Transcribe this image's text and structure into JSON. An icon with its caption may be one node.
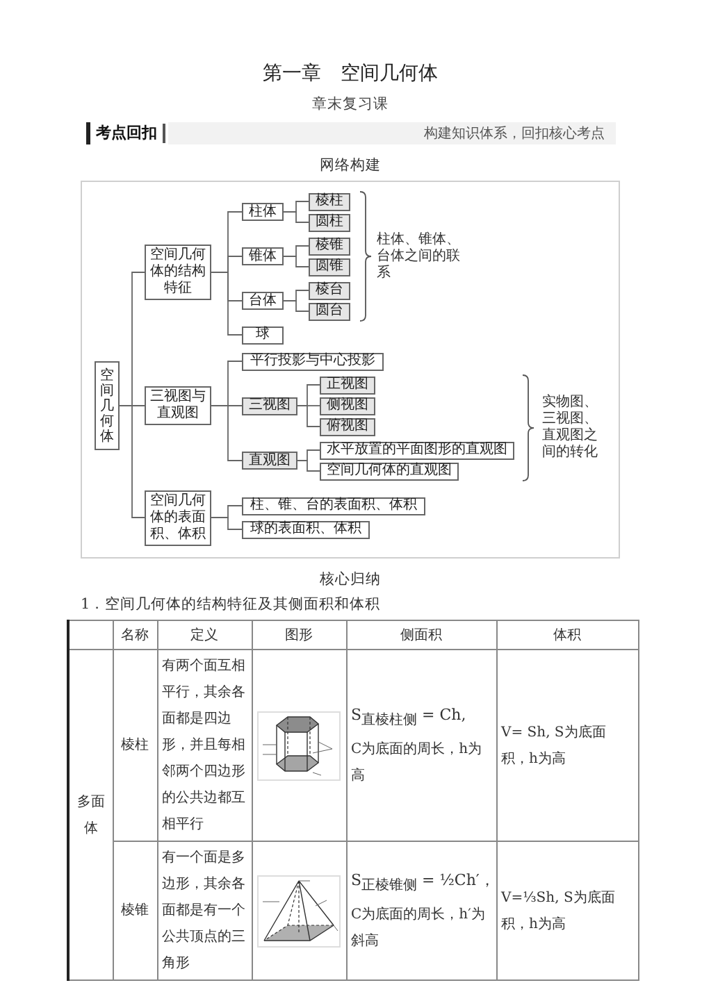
{
  "diagram": {
    "title": "第一章　空间几何体",
    "nodes": [
      {
        "text": [
          "考点回扣",
          "构建知识体系，回扣核心考点"
        ]
      },
      {
        "text": [
          "空间几何体"
        ]
      },
      {
        "text": [
          "空间几何体的结构特征"
        ]
      },
      {
        "text": [
          "柱体"
        ]
      },
      {
        "text": [
          "棱柱"
        ]
      },
      {
        "text": [
          "圆柱"
        ]
      },
      {
        "text": [
          "锥体"
        ]
      },
      {
        "text": [
          "棱锥"
        ]
      },
      {
        "text": [
          "圆锥"
        ]
      },
      {
        "text": [
          "台体"
        ]
      },
      {
        "text": [
          "棱台"
        ]
      },
      {
        "text": [
          "圆台"
        ]
      },
      {
        "text": [
          "球"
        ]
      },
      {
        "text": [
          "三视图与直观图"
        ]
      },
      {
        "text": [
          "平行投影与中心投影"
        ]
      },
      {
        "text": [
          "三视图"
        ]
      },
      {
        "text": [
          "正视图"
        ]
      },
      {
        "text": [
          "侧视图"
        ]
      },
      {
        "text": [
          "俯视图"
        ]
      },
      {
        "text": [
          "直观图"
        ]
      },
      {
        "text": [
          "水平放置的平面图形的直观图"
        ]
      },
      {
        "text": [
          "空间几何体的直观图"
        ]
      },
      {
        "text": [
          "空间几何体的表面积、体积"
        ]
      },
      {
        "text": [
          "柱、锥、台的表面积、体积"
        ]
      },
      {
        "text": [
          "球的表面积、体积"
        ]
      }
    ],
    "edges": [
      {
        "from": 1,
        "to": 2,
        "arrow": "none"
      },
      {
        "from": 2,
        "to": 3,
        "arrow": "none"
      },
      {
        "from": 3,
        "to": 4,
        "arrow": "none"
      },
      {
        "from": 3,
        "to": 5,
        "arrow": "none"
      },
      {
        "from": 2,
        "to": 6,
        "arrow": "none"
      },
      {
        "from": 6,
        "to": 7,
        "arrow": "none"
      },
      {
        "from": 6,
        "to": 8,
        "arrow": "none"
      },
      {
        "from": 2,
        "to": 9,
        "arrow": "none"
      },
      {
        "from": 9,
        "to": 10,
        "arrow": "none"
      },
      {
        "from": 9,
        "to": 11,
        "arrow": "none"
      },
      {
        "from": 2,
        "to": 12,
        "arrow": "none"
      },
      {
        "from": 1,
        "to": 13,
        "arrow": "none"
      },
      {
        "from": 13,
        "to": 14,
        "arrow": "none"
      },
      {
        "from": 13,
        "to": 15,
        "arrow": "none"
      },
      {
        "from": 15,
        "to": 16,
        "arrow": "none"
      },
      {
        "from": 15,
        "to": 17,
        "arrow": "none"
      },
      {
        "from": 15,
        "to": 18,
        "arrow": "none"
      },
      {
        "from": 13,
        "to": 19,
        "arrow": "none"
      },
      {
        "from": 19,
        "to": 20,
        "arrow": "none"
      },
      {
        "from": 19,
        "to": 21,
        "arrow": "none"
      },
      {
        "from": 1,
        "to": 22,
        "arrow": "none"
      },
      {
        "from": 22,
        "to": 23,
        "arrow": "none"
      },
      {
        "from": 22,
        "to": 24,
        "arrow": "none"
      }
    ],
    "labels": [
      "章末复习课",
      "网络构建",
      "柱体、锥体、台体之间的联系",
      "实物图、三视图、直观图之间的转化",
      "核心归纳",
      "1．空间几何体的结构特征及其侧面积和体积",
      "名称",
      "定义",
      "图形",
      "侧面积",
      "体积",
      "多面体",
      "棱柱",
      "有两个面互相平行，其余各面都是四边形，并且每相邻两个四边形的公共边都互相平行",
      "S$_{直棱柱侧}$ = Ch,",
      "C为底面的周长，h为高",
      "V= Sh, S为底面积，h为高",
      "棱锥",
      "有一个面是多边形，其余各面都是有一个公共顶点的三角形",
      "S$_{正棱锥侧}$ = ½Ch′，",
      "C为底面的周长，h′为斜高",
      "V=⅓Sh, S为底面积，h为高"
    ]
  }
}
